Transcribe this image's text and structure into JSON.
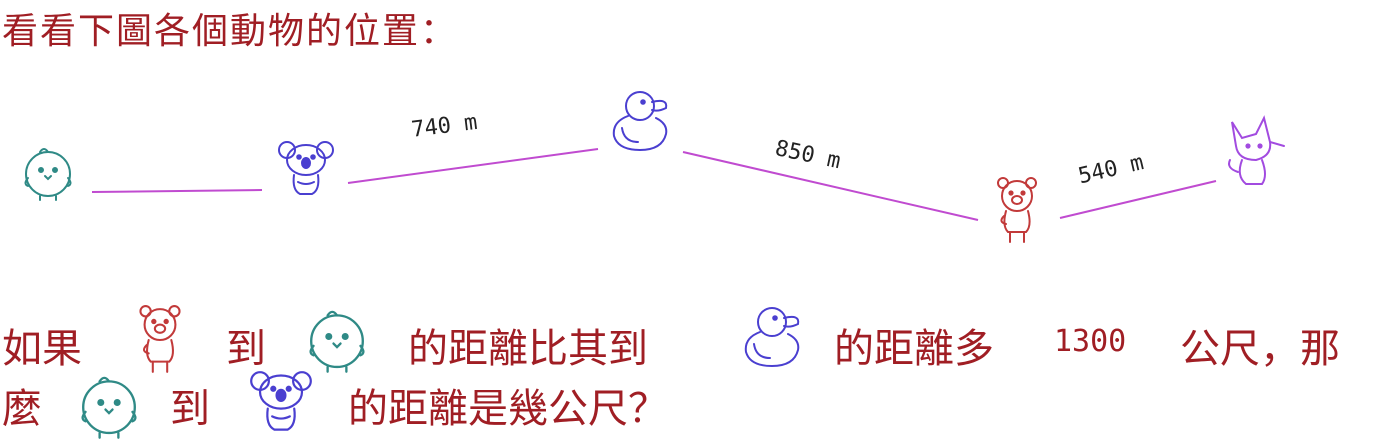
{
  "heading": "看看下圖各個動物的位置：",
  "distances": {
    "koala_to_duck": "740 m",
    "duck_to_bear": "850 m",
    "bear_to_fox": "540 m"
  },
  "question": {
    "line1_a": "如果",
    "line1_b": "到",
    "line1_c": "的距離比其到",
    "line1_d": "的距離多",
    "line1_num": "1300",
    "line1_e": "公尺，那",
    "line2_a": "麼",
    "line2_b": "到",
    "line2_c": "的距離是幾公尺？"
  },
  "colors": {
    "text": "#a01e24",
    "line": "#c04bd0",
    "chick": "#2f8a86",
    "koala": "#4a3fd0",
    "duck": "#4a3fd0",
    "bear": "#c23a3a",
    "fox": "#a24be0"
  },
  "icons": [
    "chick-icon",
    "koala-icon",
    "duck-icon",
    "bear-icon",
    "fox-icon"
  ]
}
